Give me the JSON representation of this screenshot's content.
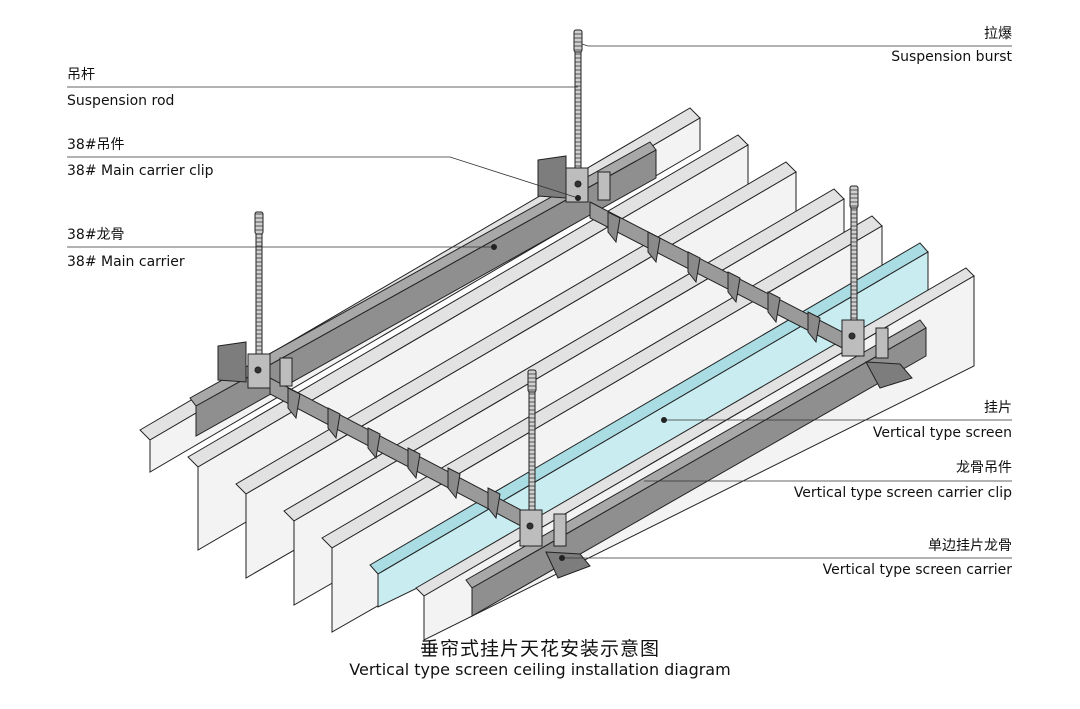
{
  "labels": {
    "expansion_bolt": {
      "zh": "拉爆",
      "en": "Suspension burst"
    },
    "suspension_rod": {
      "zh": "吊杆",
      "en": "Suspension rod"
    },
    "main_carrier_clip": {
      "zh": "38#吊件",
      "en": "38# Main carrier clip"
    },
    "main_carrier": {
      "zh": "38#龙骨",
      "en": "38#  Main carrier"
    },
    "vertical_screen": {
      "zh": "挂片",
      "en": "Vertical type screen"
    },
    "screen_carrier_clip": {
      "zh": "龙骨吊件",
      "en": "Vertical type screen carrier clip"
    },
    "screen_carrier": {
      "zh": "单边挂片龙骨",
      "en": "Vertical type screen carrier"
    }
  },
  "caption": {
    "zh": "垂帘式挂片天花安装示意图",
    "en": "Vertical type screen ceiling installation diagram"
  },
  "colors": {
    "panel_face": "#f2f2f2",
    "panel_top": "#e4e4e4",
    "highlight_panel": "#c9ecf0",
    "steel": "#8f8f8f",
    "steel_dark": "#5f5f5f",
    "line": "#222222"
  }
}
